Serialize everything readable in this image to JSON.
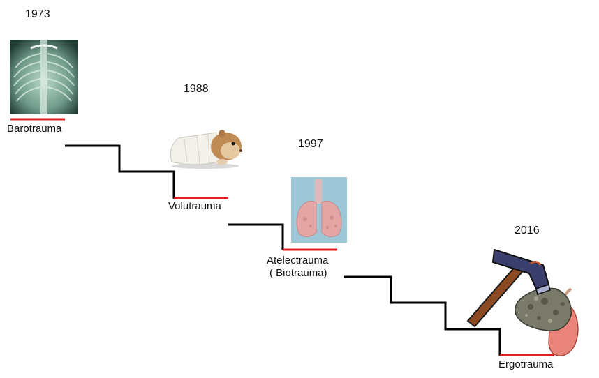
{
  "timeline": [
    {
      "year": "1973",
      "label": "Barotrauma",
      "image": "chest-xray"
    },
    {
      "year": "1988",
      "label": "Volutrauma",
      "image": "hamster"
    },
    {
      "year": "1997",
      "label": "Atelectrauma",
      "label_sub": "( Biotrauma)",
      "image": "excised-lungs"
    },
    {
      "year": "2016",
      "label": "Ergotrauma",
      "image": "hammer-and-lungs"
    }
  ],
  "colors": {
    "staircase": "#000000",
    "underline": "#e02020"
  }
}
